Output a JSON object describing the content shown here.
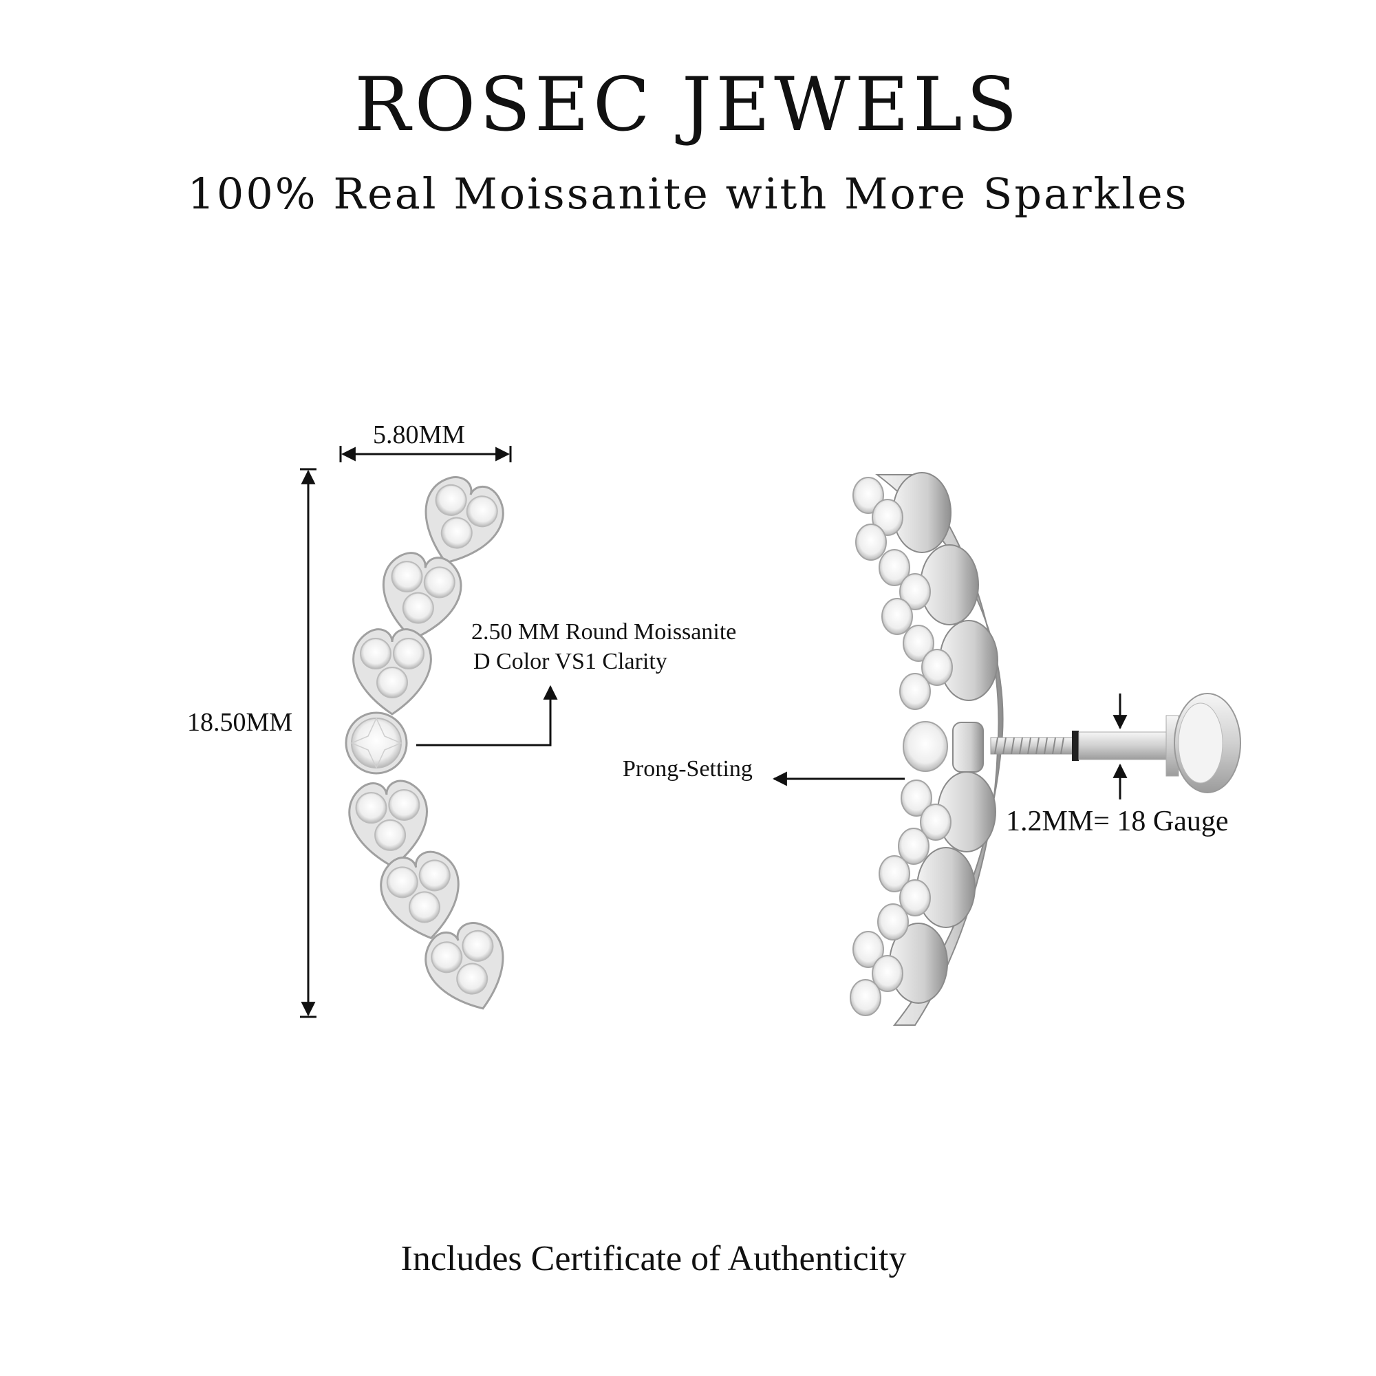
{
  "header": {
    "brand": "ROSEC JEWELS",
    "tagline": "100% Real Moissanite with More Sparkles"
  },
  "dimensions": {
    "width_label": "5.80MM",
    "height_label": "18.50MM"
  },
  "callouts": {
    "stone_line_1": "2.50 MM Round Moissanite",
    "stone_line_2": "D Color VS1 Clarity",
    "prong_label": "Prong-Setting",
    "gauge_label": "1.2MM= 18 Gauge"
  },
  "footer": {
    "text": "Includes Certificate of Authenticity"
  },
  "colors": {
    "metal": "#d9d9d9",
    "metal_dark": "#9a9a9a",
    "stone": "#f7f7f7"
  }
}
